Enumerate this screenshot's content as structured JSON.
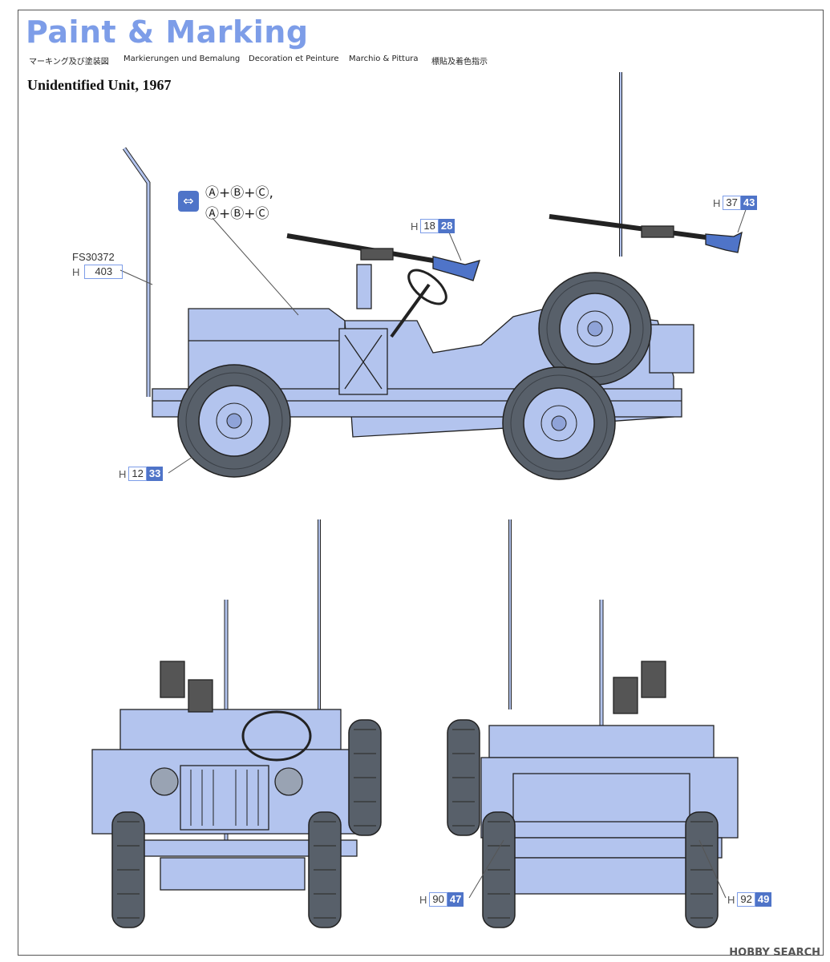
{
  "header": {
    "title": "Paint & Marking",
    "languages": [
      "マーキング及び塗装図",
      "Markierungen und Bemalung",
      "Decoration et Peinture",
      "Marchio & Pittura",
      "標貼及着色指示"
    ]
  },
  "subtitle": "Unidentified Unit, 1967",
  "decal_ref": {
    "line1": "Ⓐ+Ⓑ+Ⓒ,",
    "line2": "Ⓐ+Ⓑ+Ⓒ"
  },
  "fs_code": {
    "label": "FS30372",
    "h_prefix": "H",
    "h_code": "403"
  },
  "callouts": {
    "mg": {
      "h_prefix": "H",
      "c1": "18",
      "c2": "28"
    },
    "mg2": {
      "h_prefix": "H",
      "c1": "37",
      "c2": "43"
    },
    "tire": {
      "h_prefix": "H",
      "c1": "12",
      "c2": "33"
    },
    "lamp_left": {
      "h_prefix": "H",
      "c1": "90",
      "c2": "47"
    },
    "lamp_right": {
      "h_prefix": "H",
      "c1": "92",
      "c2": "49"
    }
  },
  "watermark": "HOBBY SEARCH",
  "colors": {
    "body": "#b3c4ee",
    "accent": "#4f74c8",
    "title": "#7d9de8",
    "tire": "#58606a"
  }
}
